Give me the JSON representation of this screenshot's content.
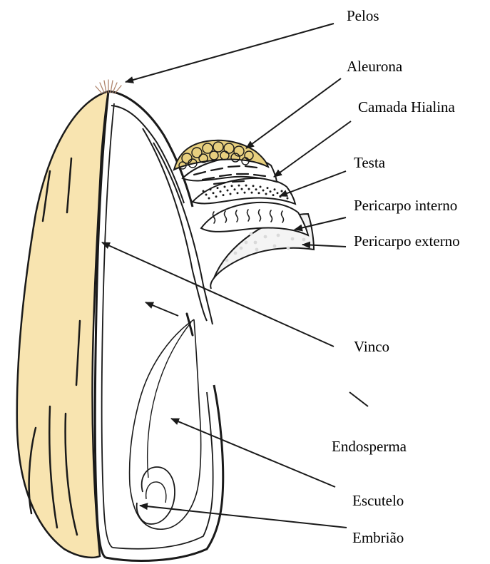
{
  "colors": {
    "husk": "#f8e4b0",
    "outline": "#1a1a1a",
    "aleurone": "#e7cf7e",
    "outer_pericarp_speckle": "#d9d9d9",
    "hairs": "#b0866e"
  },
  "labels": {
    "pelos": "Pelos",
    "aleurona": "Aleurona",
    "camada_hialina": "Camada Hialina",
    "testa": "Testa",
    "pericarpo_interno": "Pericarpo interno",
    "pericarpo_externo": "Pericarpo externo",
    "vinco": "Vinco",
    "endosperma": "Endosperma",
    "escutelo": "Escutelo",
    "embriao": "Embrião"
  }
}
